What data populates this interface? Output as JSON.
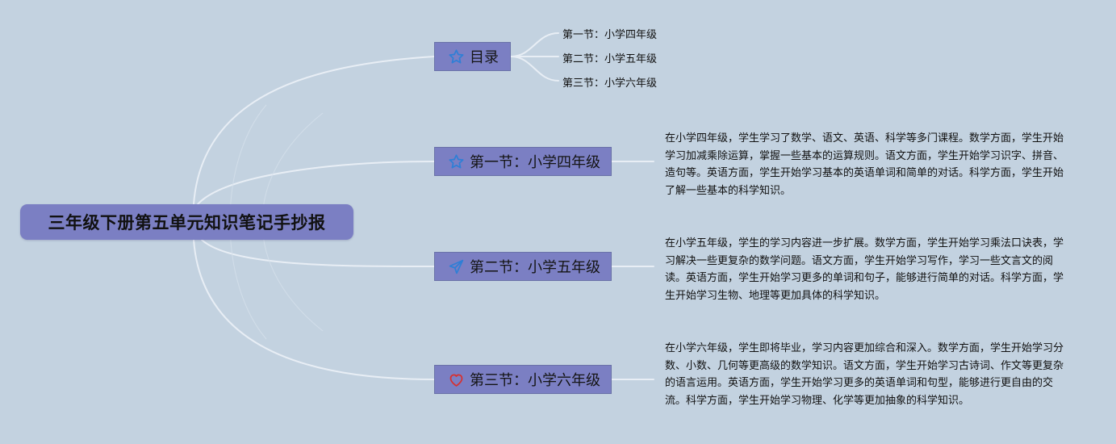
{
  "root": {
    "label": "三年级下册第五单元知识笔记手抄报"
  },
  "branches": [
    {
      "label": "目录",
      "icon": "star-icon",
      "icon_color": "#2f7fd6",
      "children": [
        "第一节：小学四年级",
        "第二节：小学五年级",
        "第三节：小学六年级"
      ]
    },
    {
      "label": "第一节：小学四年级",
      "icon": "star-icon",
      "icon_color": "#2f7fd6",
      "description": "在小学四年级，学生学习了数学、语文、英语、科学等多门课程。数学方面，学生开始学习加减乘除运算，掌握一些基本的运算规则。语文方面，学生开始学习识字、拼音、造句等。英语方面，学生开始学习基本的英语单词和简单的对话。科学方面，学生开始了解一些基本的科学知识。"
    },
    {
      "label": "第二节：小学五年级",
      "icon": "paper-plane-icon",
      "icon_color": "#2f7fd6",
      "description": "在小学五年级，学生的学习内容进一步扩展。数学方面，学生开始学习乘法口诀表，学习解决一些更复杂的数学问题。语文方面，学生开始学习写作，学习一些文言文的阅读。英语方面，学生开始学习更多的单词和句子，能够进行简单的对话。科学方面，学生开始学习生物、地理等更加具体的科学知识。"
    },
    {
      "label": "第三节：小学六年级",
      "icon": "heart-icon",
      "icon_color": "#d8302f",
      "description": "在小学六年级，学生即将毕业，学习内容更加综合和深入。数学方面，学生开始学习分数、小数、几何等更高级的数学知识。语文方面，学生开始学习古诗词、作文等更复杂的语言运用。英语方面，学生开始学习更多的英语单词和句型，能够进行更自由的交流。科学方面，学生开始学习物理、化学等更加抽象的科学知识。"
    }
  ],
  "colors": {
    "background": "#c3d2e0",
    "node_fill": "#7b7fc3",
    "connector": "#e8eef5"
  }
}
